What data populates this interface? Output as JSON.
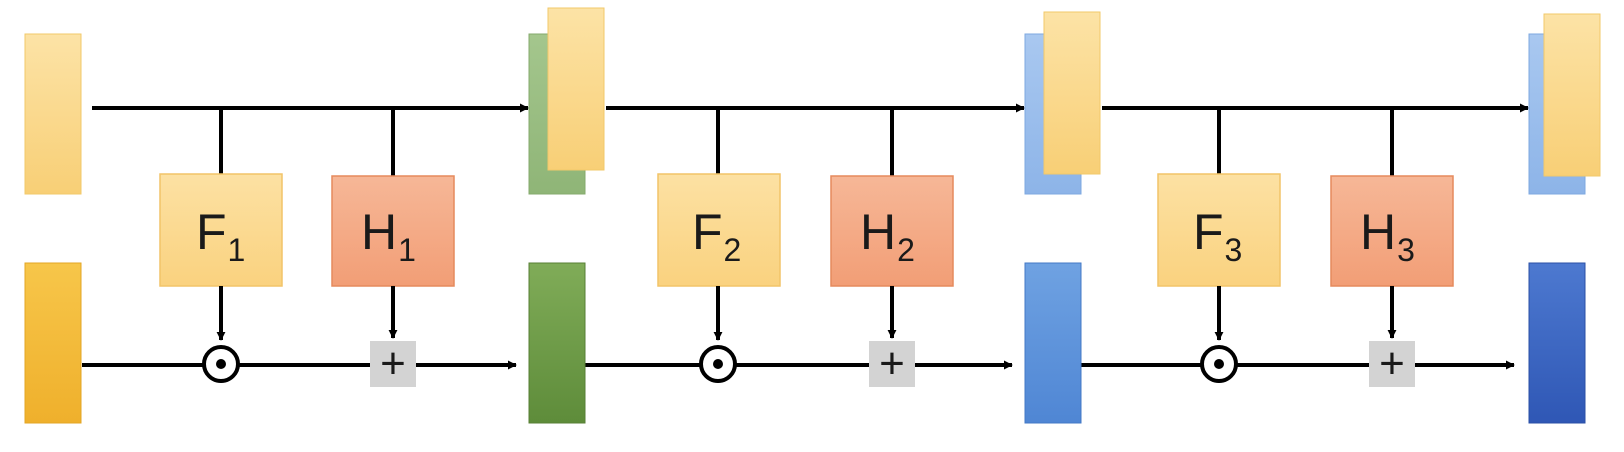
{
  "blocks": [
    {
      "f_label": "F",
      "f_sub": "1",
      "h_label": "H",
      "h_sub": "1",
      "mult_symbol": "⊙",
      "add_symbol": "+"
    },
    {
      "f_label": "F",
      "f_sub": "2",
      "h_label": "H",
      "h_sub": "2",
      "mult_symbol": "⊙",
      "add_symbol": "+"
    },
    {
      "f_label": "F",
      "f_sub": "3",
      "h_label": "H",
      "h_sub": "3",
      "mult_symbol": "⊙",
      "add_symbol": "+"
    }
  ],
  "colors": {
    "yellow_light": "#FAD98C",
    "yellow_dark": "#F4BC38",
    "green_light": "#9BBE82",
    "green_dark": "#6D9A45",
    "blue_light": "#9FC0EC",
    "blue_mid": "#5E95DC",
    "blue_dark": "#3C66C4",
    "f_box": "#FBDB93",
    "h_box": "#F4A984",
    "add_box": "#D3D3D3",
    "line": "#000000"
  }
}
